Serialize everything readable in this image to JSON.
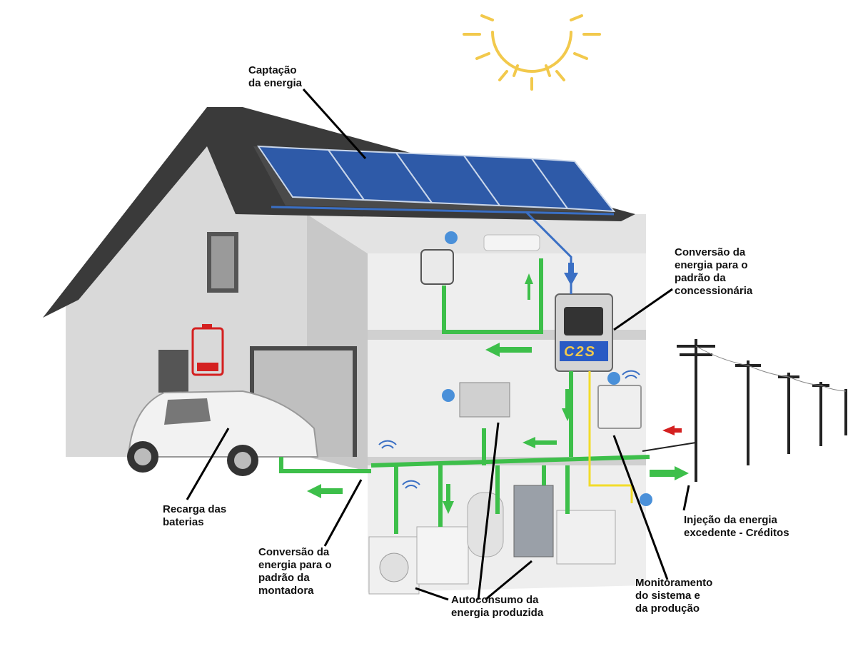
{
  "labels": {
    "captacao": [
      "Captação",
      "da energia"
    ],
    "conversao_concessionaria": [
      "Conversão da",
      "energia para o",
      "padrão da",
      "concessionária"
    ],
    "recarga": [
      "Recarga das",
      "baterias"
    ],
    "conversao_montadora": [
      "Conversão da",
      "energia para o",
      "padrão da",
      "montadora"
    ],
    "autoconsumo": [
      "Autoconsumo da",
      "energia produzida"
    ],
    "monitoramento": [
      "Monitoramento",
      "do sistema e",
      "da produção"
    ],
    "injecao": [
      "Injeção da energia",
      "excedente - Créditos"
    ]
  },
  "inverter_logo": "C2S",
  "colors": {
    "flow_green": "#3dbf4a",
    "ac_yellow": "#f2dc2a",
    "dc_blue": "#3a6fc4",
    "grid_red": "#d42020",
    "battery_red": "#d42020",
    "sun_yellow": "#f2c94c",
    "solar_panel": "#2e5aa8",
    "roof": "#3a3a3a",
    "wall": "#d9d9d9"
  },
  "icons": [
    "sun-icon",
    "battery-icon",
    "globe-icon",
    "wifi-icon",
    "car-icon",
    "utility-pole-icon"
  ]
}
